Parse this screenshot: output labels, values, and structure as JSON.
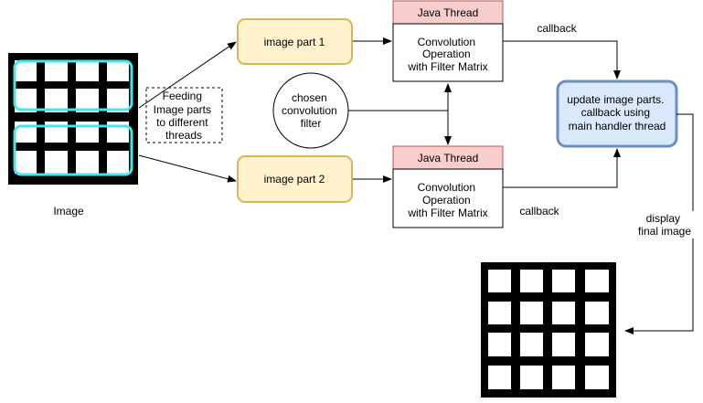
{
  "diagram": {
    "image_label": "Image",
    "feeding_note": [
      "Feeding",
      "Image parts",
      "to different",
      "threads"
    ],
    "image_part_1": "image part 1",
    "image_part_2": "image part 2",
    "java_thread_1": {
      "header": "Java Thread",
      "body": [
        "Convolution",
        "Operation",
        "with Filter Matrix"
      ]
    },
    "java_thread_2": {
      "header": "Java Thread",
      "body": [
        "Convolution",
        "Operation",
        "with Filter Matrix"
      ]
    },
    "filter": [
      "chosen",
      "convolution",
      "filter"
    ],
    "update_box": [
      "update image parts.",
      "callback using",
      "main handler thread"
    ],
    "callback_1": "callback",
    "callback_2": "callback",
    "display_label": [
      "display",
      "final image"
    ]
  },
  "colors": {
    "part_fill": "#fff2cc",
    "part_stroke": "#d6b656",
    "thread_header_fill": "#f8cecc",
    "thread_header_stroke": "#b85450",
    "update_fill": "#dae8fc",
    "update_stroke": "#6c8ebf",
    "selection_outline": "#44e5ee",
    "grid_black": "#000000"
  }
}
